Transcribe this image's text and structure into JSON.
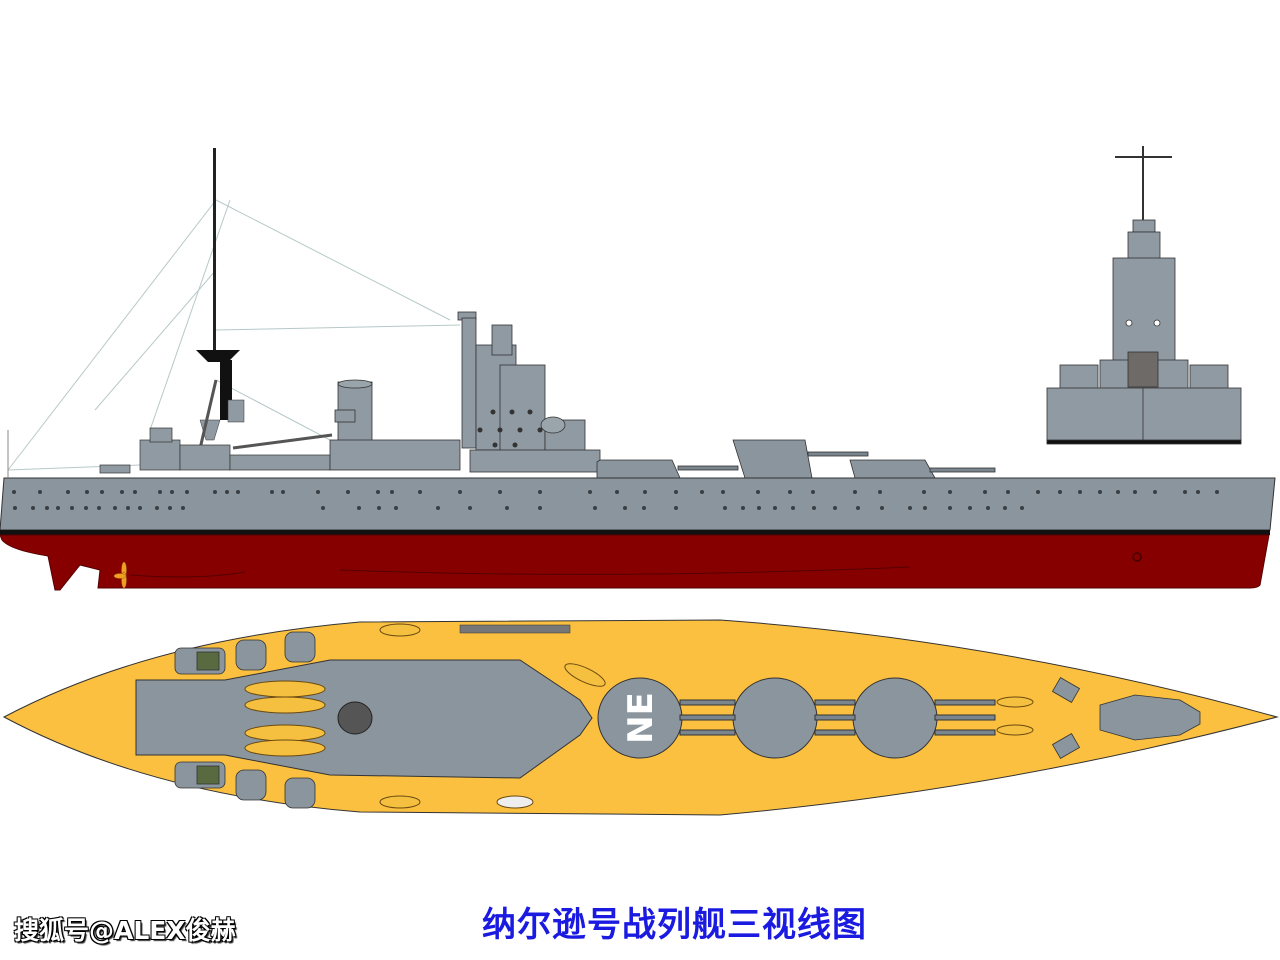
{
  "title": "纳尔逊号战列舰三视线图",
  "watermark": "搜狐号@ALEX俊赫",
  "views": {
    "side_profile": {
      "label": "side-profile-view"
    },
    "front_elevation": {
      "label": "front-elevation-view"
    },
    "top_plan": {
      "label": "top-plan-view",
      "turret_marking": "NE"
    }
  },
  "colors": {
    "hull_grey": "#8a959d",
    "superstructure_grey": "#8f9aa2",
    "boot_topping": "#111111",
    "hull_red": "#870000",
    "deck_yellow": "#fbc040",
    "caption_blue": "#1a1ae0",
    "propeller_orange": "#f0a020",
    "background": "#ffffff"
  }
}
